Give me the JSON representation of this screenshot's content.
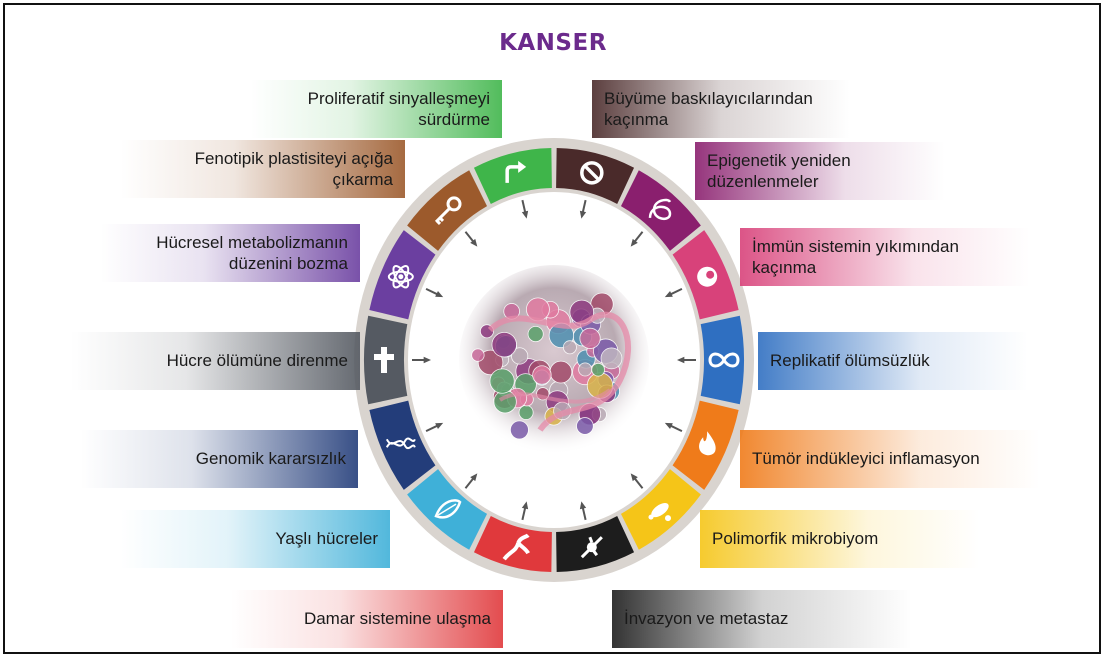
{
  "title": "KANSER",
  "hallmarks": [
    {
      "id": "proliferative",
      "lines": [
        "Proliferatif sinyalleşmeyi",
        "sürdürme"
      ],
      "color": "#3fb54a",
      "icon": "arrow-icon"
    },
    {
      "id": "growth-suppressors",
      "lines": [
        "Büyüme baskılayıcılarından",
        "kaçınma"
      ],
      "color": "#4a2a2a",
      "icon": "prohibited-icon"
    },
    {
      "id": "epigenetic",
      "lines": [
        "Epigenetik yeniden",
        "düzenlenmeler"
      ],
      "color": "#8a1f6e",
      "icon": "dna-coil-icon"
    },
    {
      "id": "immune",
      "lines": [
        "İmmün sistemin yıkımından",
        "kaçınma"
      ],
      "color": "#d8427a",
      "icon": "immune-cell-icon"
    },
    {
      "id": "replicative",
      "lines": [
        "Replikatif ölümsüzlük"
      ],
      "color": "#2f6fc1",
      "icon": "infinity-icon"
    },
    {
      "id": "inflammation",
      "lines": [
        "Tümör indükleyici inflamasyon"
      ],
      "color": "#ef7b1a",
      "icon": "flame-icon"
    },
    {
      "id": "microbiome",
      "lines": [
        "Polimorfik mikrobiyom"
      ],
      "color": "#f5c518",
      "icon": "microbe-icon"
    },
    {
      "id": "invasion",
      "lines": [
        "İnvazyon ve metastaz"
      ],
      "color": "#1d1d1d",
      "icon": "invasion-icon"
    },
    {
      "id": "vascular",
      "lines": [
        "Damar sistemine ulaşma"
      ],
      "color": "#e0393c",
      "icon": "vessel-icon"
    },
    {
      "id": "senescent",
      "lines": [
        "Yaşlı hücreler"
      ],
      "color": "#3fb0d8",
      "icon": "leaf-icon"
    },
    {
      "id": "genomic",
      "lines": [
        "Genomik kararsızlık"
      ],
      "color": "#233d7a",
      "icon": "dna-icon"
    },
    {
      "id": "cell-death",
      "lines": [
        "Hücre ölümüne direnme"
      ],
      "color": "#555a62",
      "icon": "cross-icon"
    },
    {
      "id": "metabolism",
      "lines": [
        "Hücresel metabolizmanın",
        "düzenini bozma"
      ],
      "color": "#6b3fa0",
      "icon": "atom-icon"
    },
    {
      "id": "plasticity",
      "lines": [
        "Fenotipik plastisiteyi açığa",
        "çıkarma"
      ],
      "color": "#9c5a2c",
      "icon": "key-icon"
    }
  ]
}
